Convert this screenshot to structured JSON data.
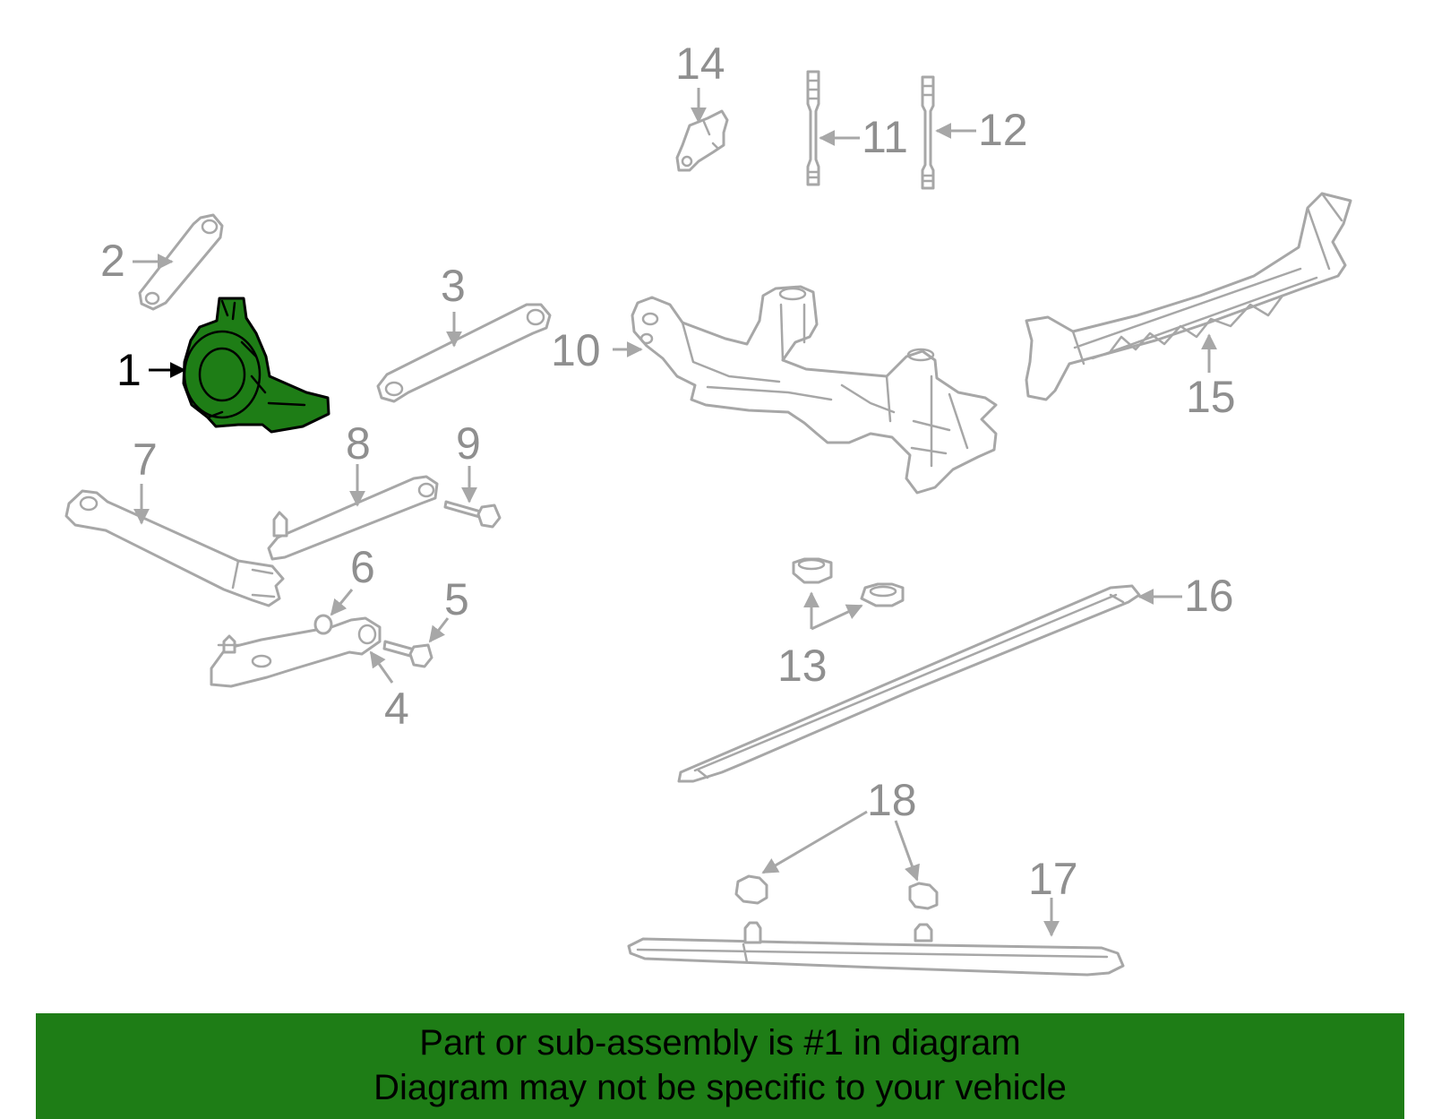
{
  "diagram": {
    "highlight_color": "#1e7d16",
    "line_color": "#a7a7a7",
    "callouts": [
      {
        "id": "1",
        "label": "1",
        "highlighted": true
      },
      {
        "id": "2",
        "label": "2"
      },
      {
        "id": "3",
        "label": "3"
      },
      {
        "id": "4",
        "label": "4"
      },
      {
        "id": "5",
        "label": "5"
      },
      {
        "id": "6",
        "label": "6"
      },
      {
        "id": "7",
        "label": "7"
      },
      {
        "id": "8",
        "label": "8"
      },
      {
        "id": "9",
        "label": "9"
      },
      {
        "id": "10",
        "label": "10"
      },
      {
        "id": "11",
        "label": "11"
      },
      {
        "id": "12",
        "label": "12"
      },
      {
        "id": "13",
        "label": "13"
      },
      {
        "id": "14",
        "label": "14"
      },
      {
        "id": "15",
        "label": "15"
      },
      {
        "id": "16",
        "label": "16"
      },
      {
        "id": "17",
        "label": "17"
      },
      {
        "id": "18",
        "label": "18"
      }
    ]
  },
  "banner": {
    "background": "#1e7d16",
    "line1": "Part or sub-assembly is #1 in diagram",
    "line2": "Diagram may not be specific to your vehicle"
  }
}
